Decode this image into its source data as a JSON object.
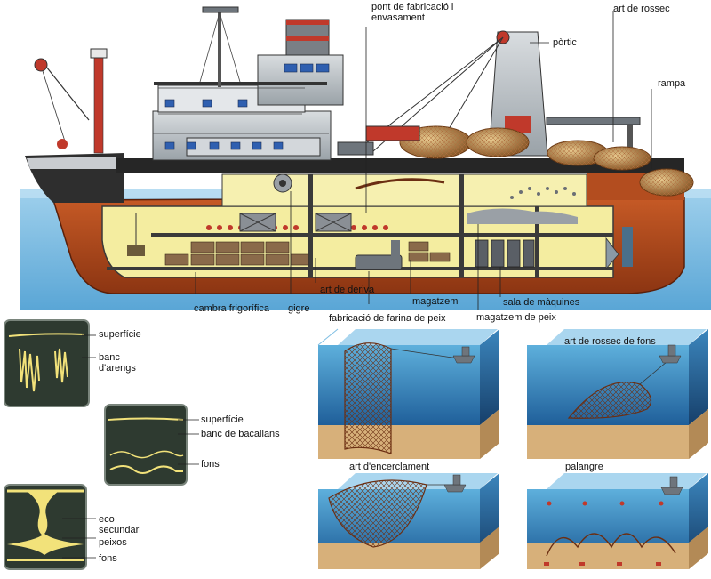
{
  "ship_labels": {
    "bridge": "pont de fabricació i envasament",
    "trawl_gear": "art de rossec",
    "gantry": "pòrtic",
    "ramp": "rampa",
    "drift_net": "art de deriva",
    "cold_store": "cambra frigorífica",
    "winch": "gigre",
    "fishmeal": "fabricació de farina de peix",
    "warehouse": "magatzem",
    "engine_room": "sala de màquines",
    "fish_store": "magatzem de peix"
  },
  "sonar_labels": {
    "p1_surface": "superfície",
    "p1_school": "banc d'arengs",
    "p2_surface": "superfície",
    "p2_school": "banc de bacallans",
    "p2_bottom": "fons",
    "p3_echo": "eco secundari",
    "p3_fish": "peixos",
    "p3_bottom": "fons"
  },
  "method_labels": {
    "bottom_trawl": "art de rossec de fons",
    "purse_seine": "art d'encerclament",
    "longline": "palangre"
  },
  "colors": {
    "hull": "#b24a1e",
    "deck": "#2b2b2b",
    "interior": "#f3ec9a",
    "water": "#3f8fc4",
    "seabed": "#d7b07a",
    "net": "#7a3a1a",
    "sonar_bg": "#2e3a30",
    "sonar_echo": "#f2e27a"
  }
}
